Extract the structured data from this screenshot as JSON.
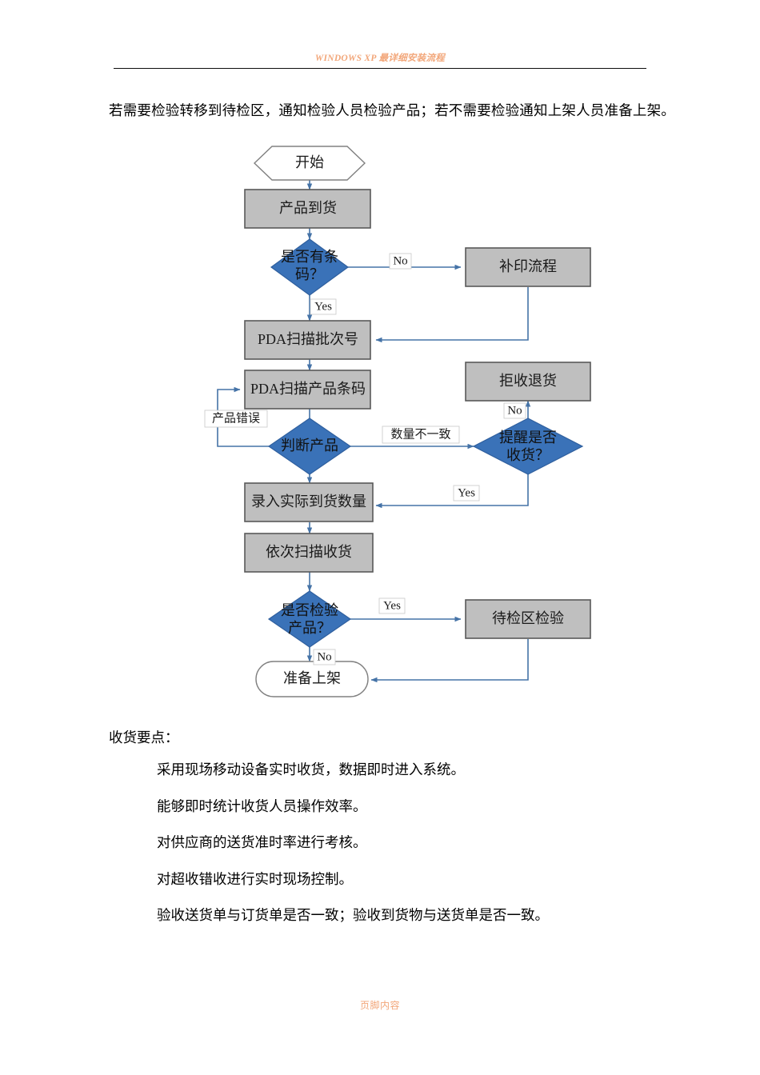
{
  "header": {
    "text": "WINDOWS XP 最详细安装流程",
    "color": "#f2a679"
  },
  "footer": {
    "text": "页脚内容",
    "color": "#f2a679"
  },
  "intro": {
    "paragraph": "若需要检验转移到待检区，通知检验人员检验产品；若不需要检验通知上架人员准备上架。"
  },
  "points": {
    "title": "收货要点：",
    "items": [
      "采用现场移动设备实时收货，数据即时进入系统。",
      "能够即时统计收货人员操作效率。",
      "对供应商的送货准时率进行考核。",
      "对超收错收进行实时现场控制。",
      "验收送货单与订货单是否一致；验收到货物与送货单是否一致。"
    ]
  },
  "flowchart": {
    "colors": {
      "process_fill": "#bfbfbf",
      "process_stroke": "#595959",
      "decision_fill": "#3a72b8",
      "decision_stroke": "#2f5f9e",
      "terminator_fill": "#ffffff",
      "terminator_stroke": "#808080",
      "connector": "#4573a7"
    },
    "nodes": {
      "start": "开始",
      "arrival": "产品到货",
      "has_barcode": "是否有条码？",
      "reprint": "补印流程",
      "scan_batch": "PDA扫描批次号",
      "scan_product": "PDA扫描产品条码",
      "reject_return": "拒收退货",
      "judge_product": "判断产品",
      "remind_receive": "提醒是否收货？",
      "enter_qty": "录入实际到货数量",
      "scan_receive": "依次扫描收货",
      "inspect_product": "是否检验产品？",
      "inspect_area": "待检区检验",
      "ready_shelf": "准备上架"
    },
    "edge_labels": {
      "barcode_no": "No",
      "barcode_yes": "Yes",
      "product_error": "产品错误",
      "qty_mismatch": "数量不一致",
      "remind_no": "No",
      "remind_yes": "Yes",
      "inspect_yes": "Yes",
      "inspect_no": "No"
    }
  }
}
